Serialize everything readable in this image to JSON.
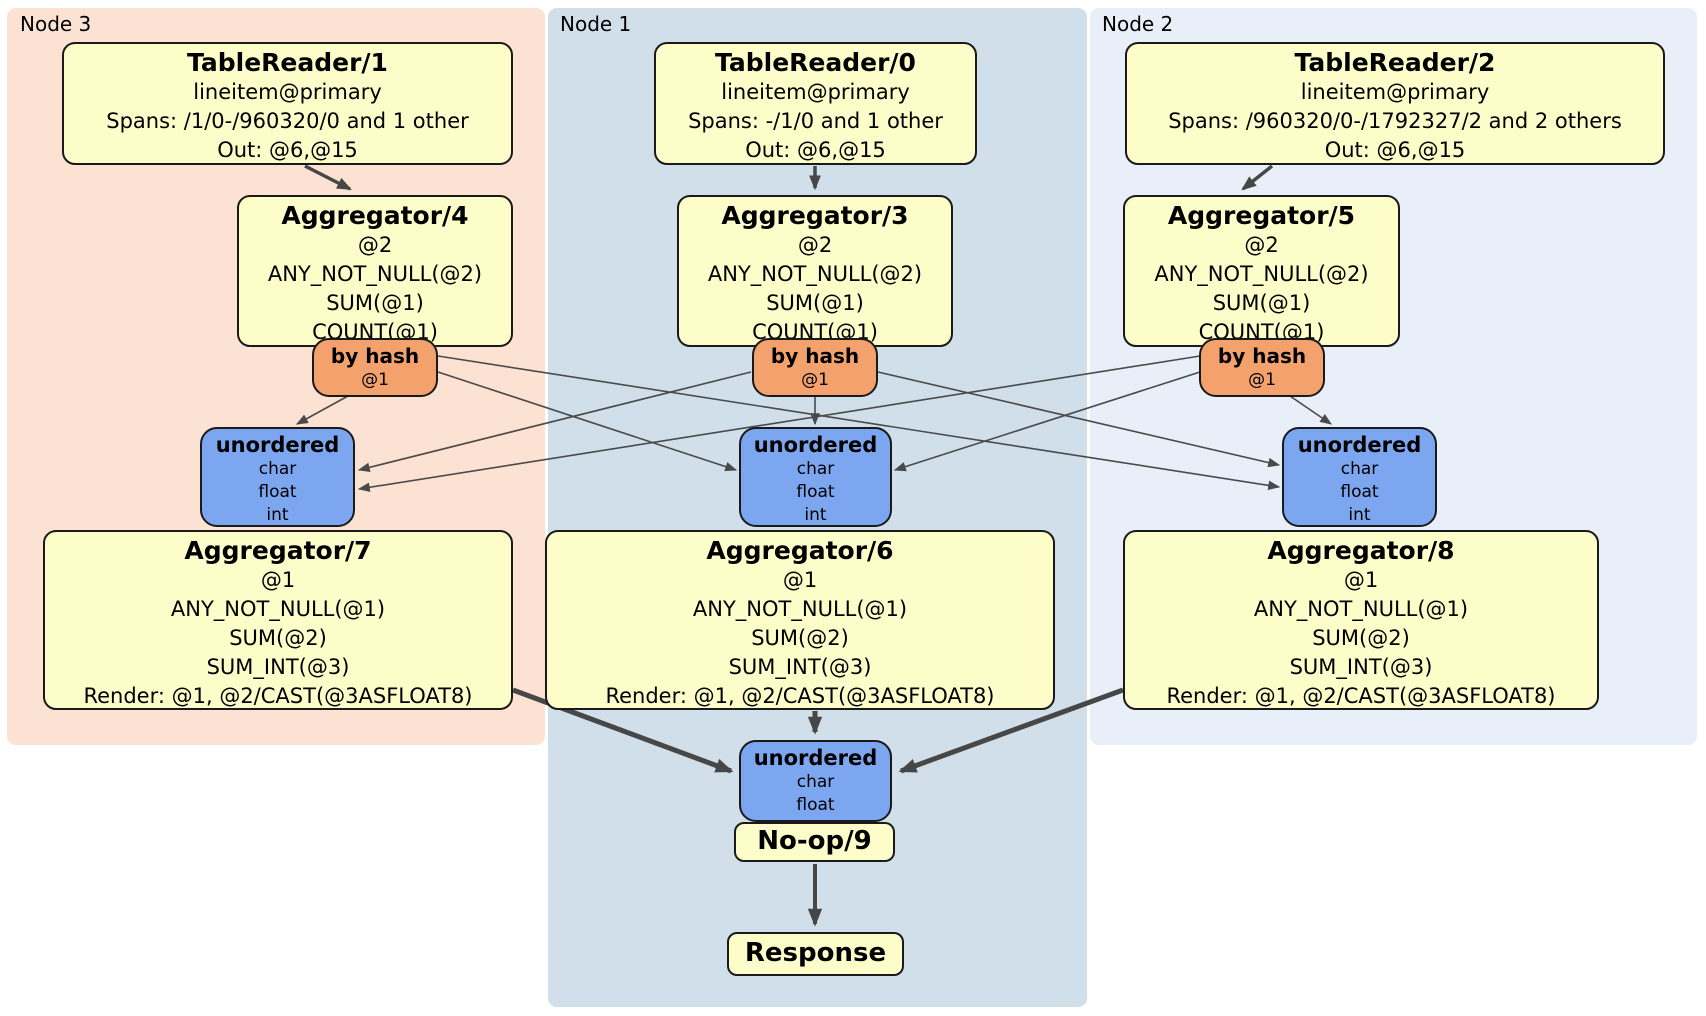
{
  "regions": {
    "node3": {
      "label": "Node 3"
    },
    "node1": {
      "label": "Node 1"
    },
    "node2": {
      "label": "Node 2"
    }
  },
  "boxes": {
    "tablereader1": {
      "title": "TableReader/1",
      "lines": [
        "lineitem@primary",
        "Spans: /1/0-/960320/0 and 1 other",
        "Out: @6,@15"
      ]
    },
    "tablereader0": {
      "title": "TableReader/0",
      "lines": [
        "lineitem@primary",
        "Spans: -/1/0 and 1 other",
        "Out: @6,@15"
      ]
    },
    "tablereader2": {
      "title": "TableReader/2",
      "lines": [
        "lineitem@primary",
        "Spans: /960320/0-/1792327/2 and 2 others",
        "Out: @6,@15"
      ]
    },
    "aggregator4": {
      "title": "Aggregator/4",
      "lines": [
        "@2",
        "ANY_NOT_NULL(@2)",
        "SUM(@1)",
        "COUNT(@1)"
      ]
    },
    "aggregator3": {
      "title": "Aggregator/3",
      "lines": [
        "@2",
        "ANY_NOT_NULL(@2)",
        "SUM(@1)",
        "COUNT(@1)"
      ]
    },
    "aggregator5": {
      "title": "Aggregator/5",
      "lines": [
        "@2",
        "ANY_NOT_NULL(@2)",
        "SUM(@1)",
        "COUNT(@1)"
      ]
    },
    "byhash3": {
      "title": "by hash",
      "lines": [
        "@1"
      ]
    },
    "byhash1": {
      "title": "by hash",
      "lines": [
        "@1"
      ]
    },
    "byhash2": {
      "title": "by hash",
      "lines": [
        "@1"
      ]
    },
    "unordered3": {
      "title": "unordered",
      "lines": [
        "char",
        "float",
        "int"
      ]
    },
    "unordered1": {
      "title": "unordered",
      "lines": [
        "char",
        "float",
        "int"
      ]
    },
    "unordered2": {
      "title": "unordered",
      "lines": [
        "char",
        "float",
        "int"
      ]
    },
    "aggregator7": {
      "title": "Aggregator/7",
      "lines": [
        "@1",
        "ANY_NOT_NULL(@1)",
        "SUM(@2)",
        "SUM_INT(@3)",
        "Render: @1, @2/CAST(@3ASFLOAT8)"
      ]
    },
    "aggregator6": {
      "title": "Aggregator/6",
      "lines": [
        "@1",
        "ANY_NOT_NULL(@1)",
        "SUM(@2)",
        "SUM_INT(@3)",
        "Render: @1, @2/CAST(@3ASFLOAT8)"
      ]
    },
    "aggregator8": {
      "title": "Aggregator/8",
      "lines": [
        "@1",
        "ANY_NOT_NULL(@1)",
        "SUM(@2)",
        "SUM_INT(@3)",
        "Render: @1, @2/CAST(@3ASFLOAT8)"
      ]
    },
    "unordered_final": {
      "title": "unordered",
      "lines": [
        "char",
        "float"
      ]
    },
    "noop": {
      "title": "No-op/9"
    },
    "response": {
      "title": "Response"
    }
  },
  "colors": {
    "node3_bg": "#FCE2D2",
    "node1_bg": "#D0DFE9",
    "node2_bg": "#E9EFF9",
    "processor_bg": "#FDFDCA",
    "router_bg": "#F3A26D",
    "sync_bg": "#7CA7F0",
    "edge": "#4a4a4a"
  }
}
